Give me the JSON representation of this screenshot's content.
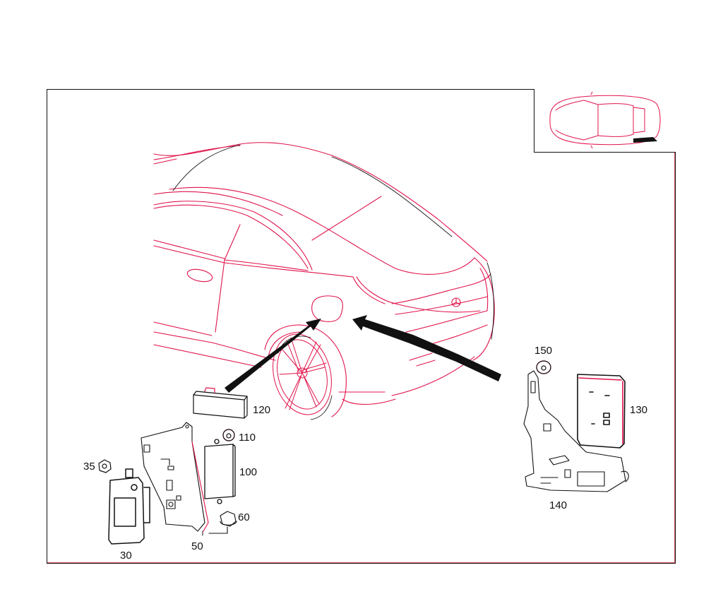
{
  "diagram": {
    "type": "exploded-parts-diagram",
    "subject": "Vehicle rear side view with control unit locations",
    "colors": {
      "line_primary": "#e0144c",
      "line_secondary": "#111111",
      "background": "#ffffff"
    },
    "locator_view": "top-view-car-highlight-rear-right",
    "arrows": [
      {
        "from": "left-part-group",
        "to": "fuel-flap-area"
      },
      {
        "from": "right-part-group",
        "to": "rear-quarter-panel"
      }
    ],
    "parts": [
      {
        "number": "30",
        "description": "control module (large)"
      },
      {
        "number": "35",
        "description": "nut"
      },
      {
        "number": "50",
        "description": "bracket"
      },
      {
        "number": "60",
        "description": "nut"
      },
      {
        "number": "100",
        "description": "control module"
      },
      {
        "number": "110",
        "description": "nut"
      },
      {
        "number": "120",
        "description": "control module (flat)"
      },
      {
        "number": "130",
        "description": "control module"
      },
      {
        "number": "140",
        "description": "bracket"
      },
      {
        "number": "150",
        "description": "nut"
      }
    ]
  }
}
